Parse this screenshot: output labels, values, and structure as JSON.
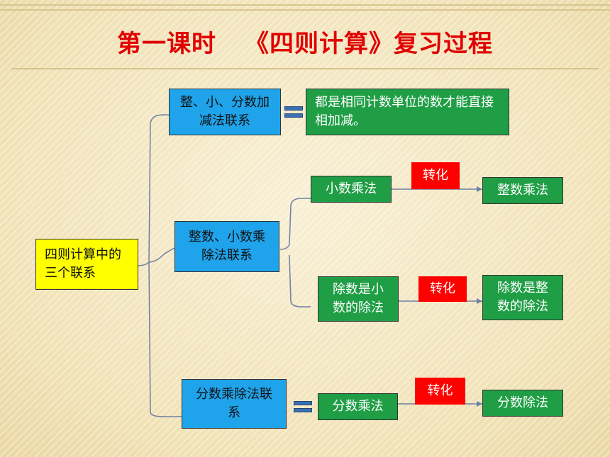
{
  "title": {
    "part1": "第一课时",
    "part2": "《四则计算》复习过程"
  },
  "nodes": {
    "root": "四则计算中的三个联系",
    "add_sub": "整、小、分数加减法联系",
    "add_sub_desc": "都是相同计数单位的数才能直接相加减。",
    "mul_div": "整数、小数乘除法联系",
    "decimal_mul": "小数乘法",
    "integer_mul": "整数乘法",
    "decimal_divisor": "除数是小数的除法",
    "integer_divisor": "除数是整数的除法",
    "fraction_mul_div": "分数乘除法联系",
    "fraction_mul": "分数乘法",
    "fraction_div": "分数除法"
  },
  "transforms": {
    "t1": "转化",
    "t2": "转化",
    "t3": "转化"
  },
  "colors": {
    "title": "#e00000",
    "blue_box": "#1fa3ea",
    "green_box": "#1f9e45",
    "yellow_box": "#ffff00",
    "red_box": "#ff0000"
  }
}
